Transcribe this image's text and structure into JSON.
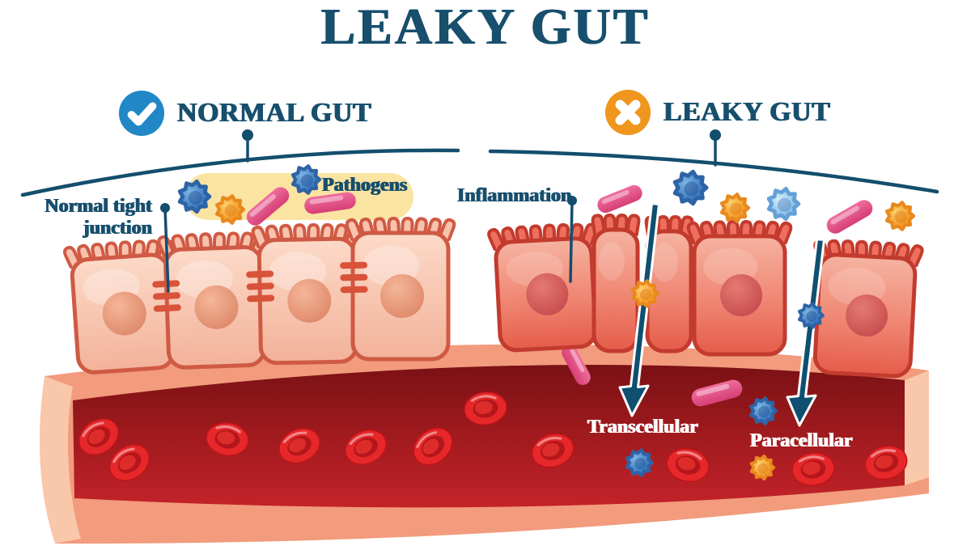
{
  "title": "LEAKY GUT",
  "sections": {
    "normal": {
      "label": "NORMAL GUT",
      "icon": "check-icon",
      "icon_color": "#2287c7"
    },
    "leaky": {
      "label": "LEAKY GUT",
      "icon": "cross-icon",
      "icon_color": "#f0951d"
    }
  },
  "annotations": {
    "tight_junction": "Normal tight junction",
    "pathogens": "Pathogens",
    "inflammation": "Inflammation",
    "transcellular": "Transcellular",
    "paracellular": "Paracellular"
  },
  "colors": {
    "heading_text": "#174f6d",
    "leader_line": "#134e6d",
    "pathogen_highlight_bg": "#fbe4a2",
    "normal_cell": "#f6bda4",
    "normal_cell_border": "#cf5a44",
    "inflamed_cell": "#ec7360",
    "inflamed_cell_border": "#c23b2e",
    "vessel_wall": "#f29b7d",
    "vessel_wall_edge": "#f9c7a9",
    "blood": "#a01a1e",
    "red_blood_cell": "#e6282b",
    "bacteria_rod_pink": "#e65488",
    "virus_blue": "#3f7fc4",
    "virus_light_blue": "#8fc3e8",
    "virus_orange": "#f6a22f",
    "label_on_blood": "#ffffff",
    "arrow": "#0f4f70"
  }
}
